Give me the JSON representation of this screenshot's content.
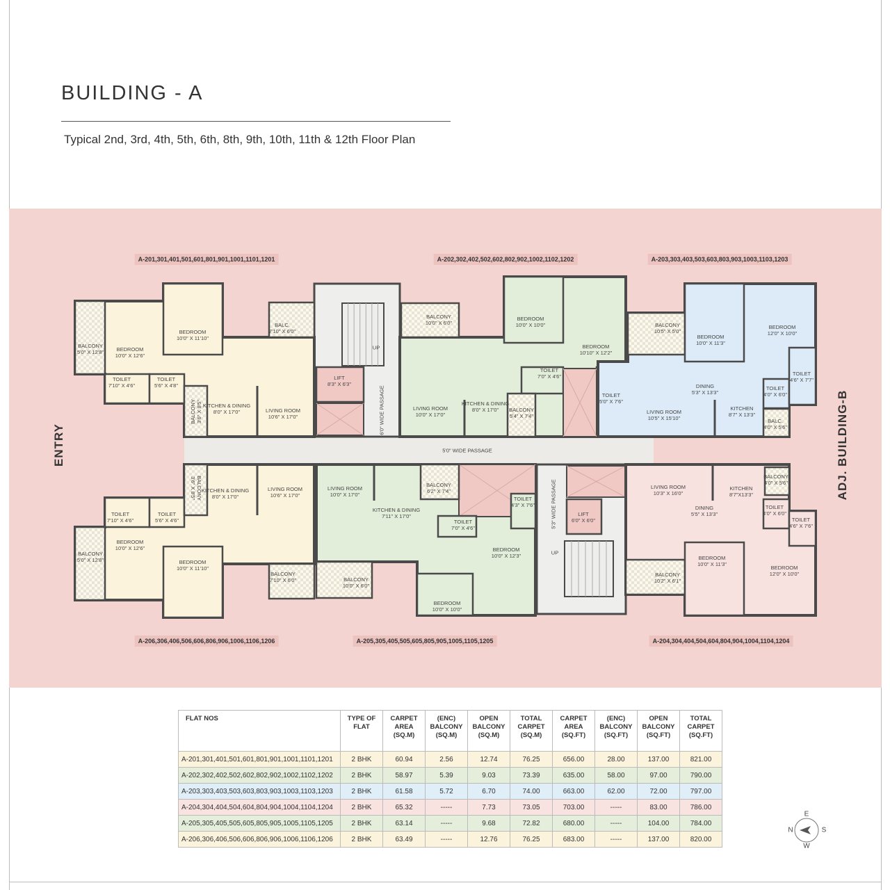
{
  "header": {
    "title": "BUILDING - A",
    "subtitle": "Typical 2nd, 3rd, 4th, 5th, 6th, 8th, 9th, 10th, 11th & 12th  Floor Plan"
  },
  "labels": {
    "entry": "ENTRY",
    "adjacent": "ADJ. BUILDING-B"
  },
  "colors": {
    "band": "#f4d4d1",
    "wall": "#4a4a4a",
    "passage": "#ecebe8"
  },
  "flats": [
    {
      "number_tag": "A-201,301,401,501,601,801,901,1001,1101,1201",
      "color": "#fbf3dc",
      "rooms": [
        {
          "name": "Balcony",
          "dim": "5'0\" x 12'8\""
        },
        {
          "name": "Bedroom",
          "dim": "10'0\" x 12'6\""
        },
        {
          "name": "Bedroom",
          "dim": "10'0\" x 11'10\""
        },
        {
          "name": "Balc.",
          "dim": "7'10\" x 6'0\""
        },
        {
          "name": "Toilet",
          "dim": "7'10\" x 4'6\""
        },
        {
          "name": "Toilet",
          "dim": "5'6\" x 4'8\""
        },
        {
          "name": "Balcony",
          "dim": "3'6\" x 8'5\""
        },
        {
          "name": "Kitchen & Dining",
          "dim": "8'0\" x 17'0\""
        },
        {
          "name": "Living Room",
          "dim": "10'6\" x 17'0\""
        }
      ]
    },
    {
      "number_tag": "A-202,302,402,502,602,802,902,1002,1102,1202",
      "color": "#e3eeda",
      "rooms": [
        {
          "name": "Balcony",
          "dim": "10'0\" x 6'0\""
        },
        {
          "name": "Bedroom",
          "dim": "10'0\" x 10'0\""
        },
        {
          "name": "Bedroom",
          "dim": "10'10\" x 12'2\""
        },
        {
          "name": "Toilet",
          "dim": "7'0\" x 4'6\""
        },
        {
          "name": "Toilet",
          "dim": "5'0\" x 7'6\""
        },
        {
          "name": "Living Room",
          "dim": "10'0\" x 17'0\""
        },
        {
          "name": "Kitchen & Dining",
          "dim": "8'0\" x 17'0\""
        },
        {
          "name": "Balcony",
          "dim": "5'4\" x 7'4\""
        }
      ]
    },
    {
      "number_tag": "A-203,303,403,503,603,803,903,1003,1103,1203",
      "color": "#dcebf7",
      "rooms": [
        {
          "name": "Balcony",
          "dim": "10'5\" x 5'0\""
        },
        {
          "name": "Bedroom",
          "dim": "10'0\" x 11'3\""
        },
        {
          "name": "Bedroom",
          "dim": "12'0\" x 10'0\""
        },
        {
          "name": "Toilet",
          "dim": "4'6\" x 7'7\""
        },
        {
          "name": "Dining",
          "dim": "5'3\" x 13'3\""
        },
        {
          "name": "Toilet",
          "dim": "4'0\" x 6'0\""
        },
        {
          "name": "Living Room",
          "dim": "10'5\" x 15'10\""
        },
        {
          "name": "Kitchen",
          "dim": "8'7\" x 13'3\""
        },
        {
          "name": "Balc.",
          "dim": "4'0\" x 5'6\""
        }
      ]
    },
    {
      "number_tag": "A-204,304,404,504,604,804,904,1004,1104,1204",
      "color": "#f8e2e0",
      "rooms": [
        {
          "name": "Living Room",
          "dim": "10'3\" x 16'0\""
        },
        {
          "name": "Kitchen",
          "dim": "8'7\"x13'3\""
        },
        {
          "name": "Balcony",
          "dim": "4'0\" x 5'6\""
        },
        {
          "name": "Dining",
          "dim": "5'5\" x 13'3\""
        },
        {
          "name": "Toilet",
          "dim": "4'0\" x 6'0\""
        },
        {
          "name": "Toilet",
          "dim": "4'6\" x 7'6\""
        },
        {
          "name": "Bedroom",
          "dim": "10'0\" x 11'3\""
        },
        {
          "name": "Bedroom",
          "dim": "12'0\" x 10'0\""
        },
        {
          "name": "Balcony",
          "dim": "10'2\" x 6'1\""
        }
      ]
    },
    {
      "number_tag": "A-205,305,405,505,605,805,905,1005,1105,1205",
      "color": "#e3eeda",
      "rooms": [
        {
          "name": "Living Room",
          "dim": "10'0\" x 17'0\""
        },
        {
          "name": "Kitchen & Dining",
          "dim": "7'11\" x 17'0\""
        },
        {
          "name": "Balcony",
          "dim": "6'2\" x 7'4\""
        },
        {
          "name": "Toilet",
          "dim": "7'0\" x 4'6\""
        },
        {
          "name": "Toilet",
          "dim": "4'3\" x 7'6\""
        },
        {
          "name": "Bedroom",
          "dim": "10'0\" x 12'3\""
        },
        {
          "name": "Balcony",
          "dim": "10'0\" x 6'0\""
        },
        {
          "name": "Bedroom",
          "dim": "10'0\" x 10'0\""
        }
      ]
    },
    {
      "number_tag": "A-206,306,406,506,606,806,906,1006,1106,1206",
      "color": "#fbf3dc",
      "rooms": [
        {
          "name": "Balcony",
          "dim": "3'6\" x 8'5\""
        },
        {
          "name": "Kitchen & Dining",
          "dim": "8'0\" x 17'0\""
        },
        {
          "name": "Living Room",
          "dim": "10'6\" x 17'0\""
        },
        {
          "name": "Toilet",
          "dim": "7'10\" x 4'6\""
        },
        {
          "name": "Toilet",
          "dim": "5'6\" x 4'6\""
        },
        {
          "name": "Bedroom",
          "dim": "10'0\" x 12'6\""
        },
        {
          "name": "Balcony",
          "dim": "5'0\" x 12'8\""
        },
        {
          "name": "Bedroom",
          "dim": "10'0\" x 11'10\""
        },
        {
          "name": "Balcony",
          "dim": "7'10\" x 6'0\""
        }
      ]
    }
  ],
  "core": {
    "lift_top": {
      "name": "Lift",
      "dim": "8'3\" x 6'3\""
    },
    "up_top": "UP",
    "passage_vertical_top": "6'0\" WIDE PASSAGE",
    "passage_main": "5'0\" WIDE PASSAGE",
    "passage_vertical_bottom": "5'3\" WIDE PASSAGE",
    "lift_bottom": {
      "name": "Lift",
      "dim": "6'0\" x 6'0\""
    },
    "up_bottom": "UP"
  },
  "table": {
    "headers": [
      "FLAT NOS",
      "TYPE OF\nFLAT",
      "CARPET\nAREA\n(SQ.M)",
      "(ENC)\nBALCONY\n(SQ.M)",
      "OPEN\nBALCONY\n(SQ.M)",
      "TOTAL\nCARPET\n(SQ.M)",
      "CARPET\nAREA\n(SQ.FT)",
      "(ENC)\nBALCONY\n(SQ.FT)",
      "OPEN\nBALCONY\n(SQ.FT)",
      "TOTAL\nCARPET\n(SQ.FT)"
    ],
    "row_colors": [
      "#fbf3dc",
      "#e4eedb",
      "#e0eef8",
      "#f9e3e1",
      "#e4eedb",
      "#fbf3dc"
    ],
    "rows": [
      [
        "A-201,301,401,501,601,801,901,1001,1101,1201",
        "2 BHK",
        "60.94",
        "2.56",
        "12.74",
        "76.25",
        "656.00",
        "28.00",
        "137.00",
        "821.00"
      ],
      [
        "A-202,302,402,502,602,802,902,1002,1102,1202",
        "2 BHK",
        "58.97",
        "5.39",
        "9.03",
        "73.39",
        "635.00",
        "58.00",
        "97.00",
        "790.00"
      ],
      [
        "A-203,303,403,503,603,803,903,1003,1103,1203",
        "2 BHK",
        "61.58",
        "5.72",
        "6.70",
        "74.00",
        "663.00",
        "62.00",
        "72.00",
        "797.00"
      ],
      [
        "A-204,304,404,504,604,804,904,1004,1104,1204",
        "2 BHK",
        "65.32",
        "-----",
        "7.73",
        "73.05",
        "703.00",
        "-----",
        "83.00",
        "786.00"
      ],
      [
        "A-205,305,405,505,605,805,905,1005,1105,1205",
        "2 BHK",
        "63.14",
        "-----",
        "9.68",
        "72.82",
        "680.00",
        "-----",
        "104.00",
        "784.00"
      ],
      [
        "A-206,306,406,506,606,806,906,1006,1106,1206",
        "2 BHK",
        "63.49",
        "-----",
        "12.76",
        "76.25",
        "683.00",
        "-----",
        "137.00",
        "820.00"
      ]
    ]
  },
  "compass": {
    "n": "N",
    "e": "E",
    "s": "S",
    "w": "W"
  }
}
